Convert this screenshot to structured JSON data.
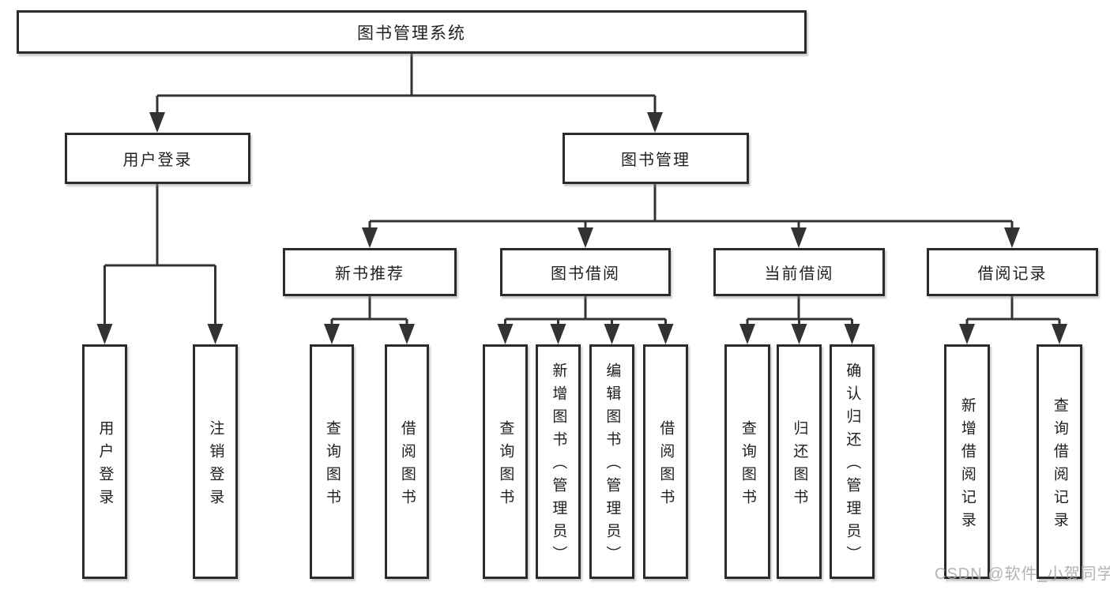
{
  "diagram": {
    "root": {
      "label": "图书管理系统"
    },
    "branches": [
      {
        "label": "用户登录",
        "children": [
          {
            "label": "用户登录"
          },
          {
            "label": "注销登录"
          }
        ]
      },
      {
        "label": "图书管理",
        "children": [
          {
            "label": "新书推荐",
            "children": [
              {
                "label": "查询图书"
              },
              {
                "label": "借阅图书"
              }
            ]
          },
          {
            "label": "图书借阅",
            "children": [
              {
                "label": "查询图书"
              },
              {
                "label": "新增图书（管理员）"
              },
              {
                "label": "编辑图书（管理员）"
              },
              {
                "label": "借阅图书"
              }
            ]
          },
          {
            "label": "当前借阅",
            "children": [
              {
                "label": "查询图书"
              },
              {
                "label": "归还图书"
              },
              {
                "label": "确认归还（管理员）"
              }
            ]
          },
          {
            "label": "借阅记录",
            "children": [
              {
                "label": "新增借阅记录"
              },
              {
                "label": "查询借阅记录"
              }
            ]
          }
        ]
      }
    ]
  },
  "watermark": {
    "text": "CSDN @软件_小贺同学"
  },
  "colors": {
    "line": "#333333",
    "box_border": "#2b2b2b",
    "text": "#1f1f1f",
    "watermark": "#a8a8a8",
    "background": "#ffffff"
  }
}
